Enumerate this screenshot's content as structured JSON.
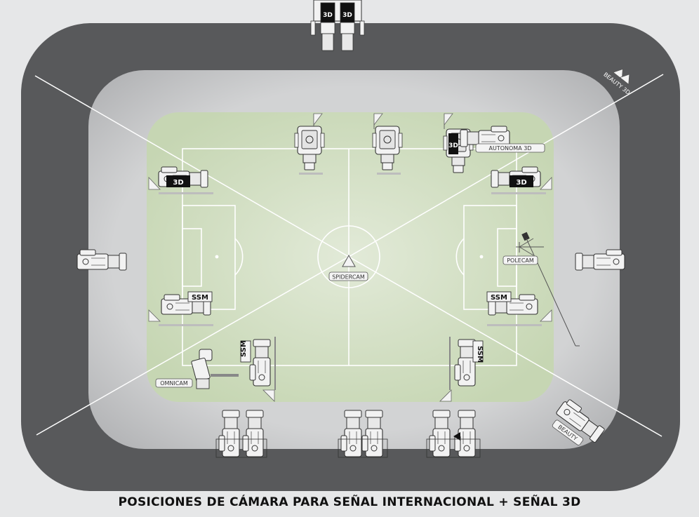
{
  "title": "POSICIONES DE CÁMARA PARA SEÑAL INTERNACIONAL + SEÑAL 3D",
  "colors": {
    "background": "#e6e7e8",
    "track": "#58595b",
    "surround": "#c9cacb",
    "pitch": "#cfdcbf",
    "pitch_center": "#e2ead8",
    "lines": "#ffffff",
    "camera_body": "#f1f1f1",
    "camera_stroke": "#333333",
    "badge_fill": "#111111",
    "badge_text": "#ffffff",
    "label_fill": "#f4f4f4"
  },
  "labels": {
    "beauty_3d": "BEAUTY 3D",
    "autonoma_3d": "AUTONOMA 3D",
    "polecam": "POLECAM",
    "spidercam": "SPIDERCAM",
    "omnicam": "OMNICAM",
    "beauty": "BEAUTY",
    "badge_3d": "3D",
    "badge_ssm": "SSM"
  },
  "cameras": [
    {
      "name": "top-3d-rig",
      "type": "3D rig"
    },
    {
      "name": "top-camera-left",
      "type": "camera"
    },
    {
      "name": "top-camera-center",
      "type": "camera"
    },
    {
      "name": "top-camera-3d-right",
      "type": "3D"
    },
    {
      "name": "autonoma-3d-camera",
      "type": "3D autonomous"
    },
    {
      "name": "left-3d-camera",
      "type": "3D"
    },
    {
      "name": "right-3d-camera",
      "type": "3D"
    },
    {
      "name": "left-outer-camera",
      "type": "camera"
    },
    {
      "name": "right-outer-camera",
      "type": "camera"
    },
    {
      "name": "left-ssm-camera",
      "type": "SSM"
    },
    {
      "name": "right-ssm-camera",
      "type": "SSM"
    },
    {
      "name": "bottom-left-ssm-camera",
      "type": "SSM"
    },
    {
      "name": "bottom-right-ssm-camera",
      "type": "SSM"
    },
    {
      "name": "omnicam-camera",
      "type": "OMNICAM"
    },
    {
      "name": "beauty-camera",
      "type": "BEAUTY"
    },
    {
      "name": "polecam-camera",
      "type": "POLECAM"
    },
    {
      "name": "spidercam-marker",
      "type": "SPIDERCAM"
    },
    {
      "name": "beauty-3d-marker",
      "type": "BEAUTY 3D"
    },
    {
      "name": "bottom-camera-left",
      "type": "camera"
    },
    {
      "name": "bottom-camera-center",
      "type": "camera"
    },
    {
      "name": "bottom-camera-right",
      "type": "camera"
    }
  ]
}
